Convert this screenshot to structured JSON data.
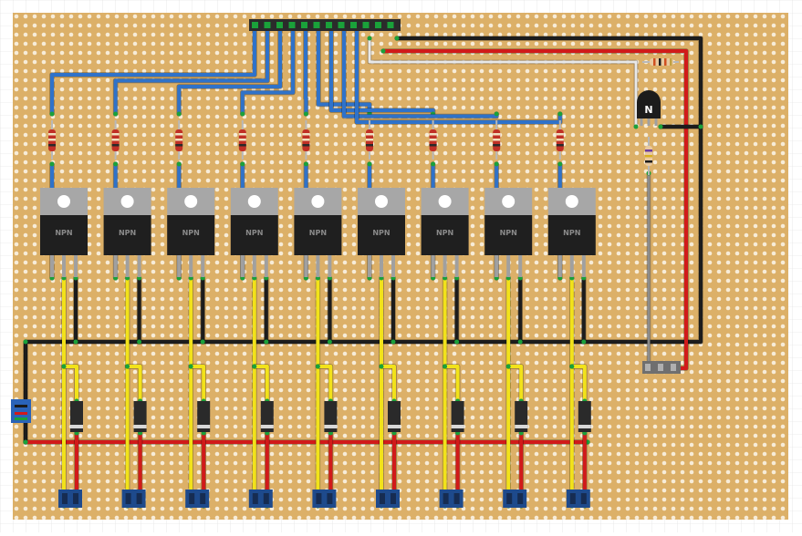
{
  "board": {
    "board_color": "#dcb068",
    "hole_color": "#f7ecd8"
  },
  "transistor_label": "NPN",
  "small_transistor_label": "N",
  "channels": [
    {
      "id": 1
    },
    {
      "id": 2
    },
    {
      "id": 3
    },
    {
      "id": 4
    },
    {
      "id": 5
    },
    {
      "id": 6
    },
    {
      "id": 7
    },
    {
      "id": 8
    },
    {
      "id": 9
    }
  ],
  "colors": {
    "signal_wire": "#2f72c9",
    "ground_wire": "#1c1c1c",
    "power_wire": "#d11a1a",
    "output_wire": "#f2e21a",
    "control_wire": "#e8e8e8",
    "sense_wire": "#8c8c8c",
    "connector_pin": "#1aa13a",
    "transistor_tab": "#a7a7a7",
    "transistor_body": "#1f1f1f"
  }
}
